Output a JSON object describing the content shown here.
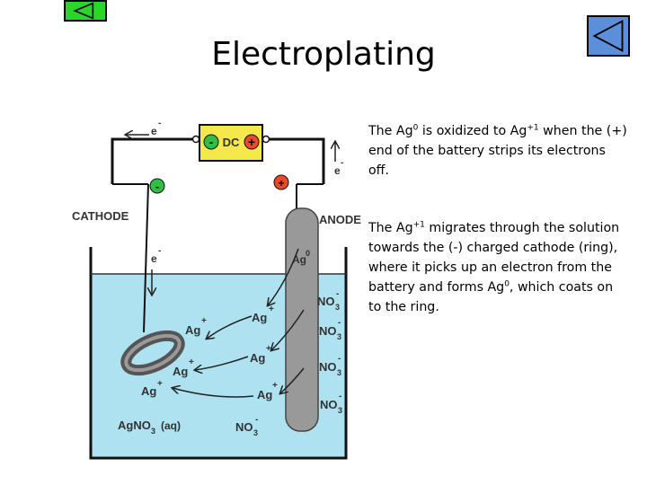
{
  "slide": {
    "title": "Electroplating",
    "paragraph1": {
      "part1": "The Ag",
      "sup1": "0",
      "part2": " is oxidized to Ag",
      "sup2": "+1",
      "part3": " when the (+) end of the battery strips its electrons off."
    },
    "paragraph2": {
      "part1": "The Ag",
      "sup1": "+1",
      "part2": " migrates through the solution towards the (-) charged cathode (ring), where it picks up an electron from the battery and forms Ag",
      "sup2": "0",
      "part3": ", which coats on to the ring."
    }
  },
  "nav": {
    "back_icon": "triangle-left-icon",
    "prev_icon": "triangle-left-icon"
  },
  "diagram": {
    "battery_label": "DC",
    "battery_minus": "-",
    "battery_plus": "+",
    "cathode_label": "CATHODE",
    "anode_label": "ANODE",
    "cathode_sign": "-",
    "anode_sign": "+",
    "electron": "e",
    "electron_charge": "-",
    "ag_atom": "Ag",
    "ag_atom_sup": "0",
    "ag_ion": "Ag",
    "ion_plus": "+",
    "nitrate": "NO",
    "nitrate_sub": "3",
    "nitrate_charge": "-",
    "solution_label": "AgNO",
    "solution_sub": "3",
    "solution_state": "(aq)"
  },
  "colors": {
    "solution": "#aee2f0",
    "battery": "#f5e84a",
    "electrode": "#999999",
    "back_button": "#2bd62b",
    "prev_button": "#5b8fd9",
    "positive": "#e84a2a",
    "negative": "#2fbf45"
  }
}
